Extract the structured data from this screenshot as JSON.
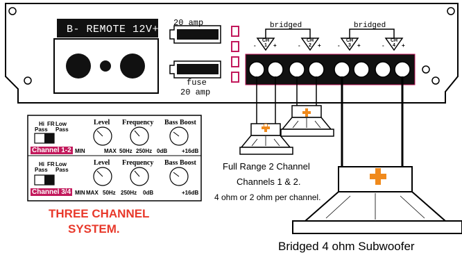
{
  "amp": {
    "remote_label": "B- REMOTE 12V+",
    "fuse_top_label": "20 amp",
    "fuse_word": "fuse",
    "fuse_bottom_label": "20 amp"
  },
  "outputs": {
    "bridged_left": "bridged",
    "bridged_right": "bridged",
    "channels": [
      {
        "minus": "-",
        "ch": "CH",
        "num": "1",
        "plus": "+"
      },
      {
        "minus": "-",
        "ch": "CH",
        "num": "2",
        "plus": "+"
      },
      {
        "minus": "-",
        "ch": "CH",
        "num": "3",
        "plus": "+"
      },
      {
        "minus": "-",
        "ch": "CH",
        "num": "4",
        "plus": "+"
      }
    ]
  },
  "panel": {
    "rows": [
      {
        "hi": "Hi",
        "fr": "FR",
        "low": "Low",
        "pass_left": "Pass",
        "pass_right": "Pass",
        "level": "Level",
        "frequency": "Frequency",
        "bass_boost": "Bass Boost",
        "channel": "Channel 1-2",
        "min": "MIN",
        "max": "MAX",
        "hz50": "50Hz",
        "hz250": "250Hz",
        "db0": "0dB",
        "db16": "+16dB"
      },
      {
        "hi": "Hi",
        "fr": "FR",
        "low": "Low",
        "pass_left": "Pass",
        "pass_right": "Pass",
        "level": "Level",
        "frequency": "Frequency",
        "bass_boost": "Bass Boost",
        "channel": "Channel 3/4",
        "min": "MIN",
        "max": "MAX",
        "hz50": "50Hz",
        "hz250": "250Hz",
        "db0": "0dB",
        "db16": "+16dB"
      }
    ]
  },
  "labels": {
    "full_range_1": "Full Range 2 Channel",
    "full_range_2": "Channels 1 & 2.",
    "full_range_3": "4 ohm or 2 ohm per channel.",
    "system_1": "THREE CHANNEL",
    "system_2": "SYSTEM.",
    "subwoofer": "Bridged 4 ohm Subwoofer"
  },
  "colors": {
    "outline": "#000000",
    "fuse_accent": "#c2185b",
    "system_text": "#e8392b",
    "speaker_plus": "#f08a1c"
  }
}
